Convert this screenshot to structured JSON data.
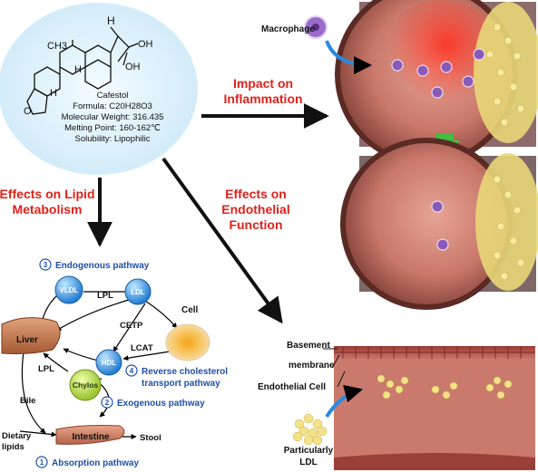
{
  "molecule": {
    "name": "Cafestol",
    "formula": "Formula: C20H28O3",
    "weight": "Molecular Weight: 316.435",
    "melting": "Melting Point: 160-162℃",
    "solubility": "Solubility: Lipophilic",
    "atom_labels": {
      "h_top": "H",
      "ch3": "CH3",
      "h_mid": "H",
      "h_bottom": "H",
      "oh1": "OH",
      "oh2": "OH",
      "o_ring": "O"
    }
  },
  "effects": {
    "inflammation": [
      "Impact on",
      "Inflammation"
    ],
    "endothelial": [
      "Effects on",
      "Endothelial",
      "Function"
    ],
    "lipid": [
      "Effects on Lipid",
      "Metabolism"
    ]
  },
  "inflammation_panel": {
    "macrophage_label": "Macrophage"
  },
  "lipid_diagram": {
    "pathways": {
      "endogenous": {
        "num": "3",
        "label": "Endogenous pathway"
      },
      "reverse": {
        "num": "4",
        "label1": "Reverse cholesterol",
        "label2": "transport pathway"
      },
      "exogenous": {
        "num": "2",
        "label": "Exogenous pathway"
      },
      "absorption": {
        "num": "1",
        "label": "Absorption pathway"
      }
    },
    "nodes": {
      "vldl": "VLDL",
      "ldl": "LDL",
      "hdl": "HDL",
      "chylos": "Chylos",
      "liver": "Liver",
      "intestine": "Intestine",
      "cell": "Cell"
    },
    "edges": {
      "lpl_top": "LPL",
      "cetp": "CETP",
      "lcat": "LCAT",
      "lpl_left": "LPL",
      "bile": "Bile",
      "dietary1": "Dietary",
      "dietary2": "lipids",
      "stool": "Stool"
    }
  },
  "endothelium": {
    "basement1": "Basement",
    "basement2": "membrane",
    "endothelial_cell": "Endothelial Cell",
    "ldl1": "Particularly",
    "ldl2": "LDL"
  },
  "colors": {
    "accent_red": "#e0211b",
    "pathway_blue": "#1f4fa8",
    "molecule_bg": "#dff1fb",
    "vessel": "#b0665a"
  }
}
